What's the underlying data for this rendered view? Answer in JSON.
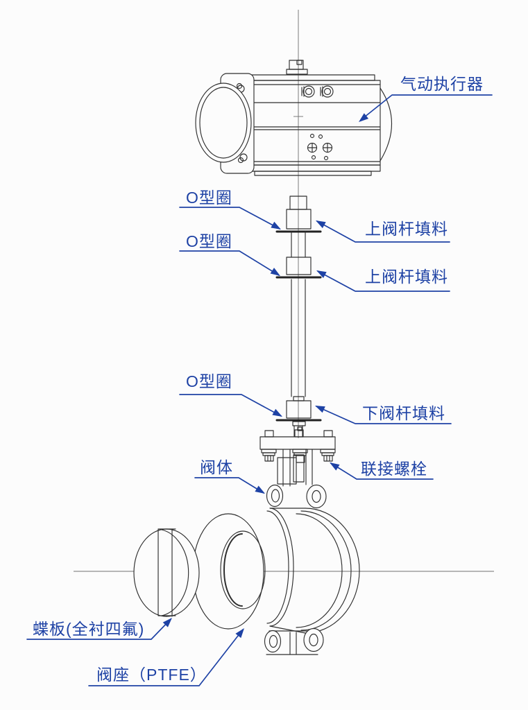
{
  "colors": {
    "label_blue": "#1e42a5",
    "line_color": "#2e2e2e",
    "centerline_gray": "#6f6f6f",
    "background": "#fcfcfc"
  },
  "labels": {
    "actuator": "气动执行器",
    "o_ring_1": "O型圈",
    "o_ring_2": "O型圈",
    "o_ring_3": "O型圈",
    "upper_stem_packing_1": "上阀杆填料",
    "upper_stem_packing_2": "上阀杆填料",
    "lower_stem_packing": "下阀杆填料",
    "valve_body": "阀体",
    "connecting_bolt": "联接螺栓",
    "disc": "蝶板(全衬四氟)",
    "seat": "阀座（PTFE）"
  }
}
